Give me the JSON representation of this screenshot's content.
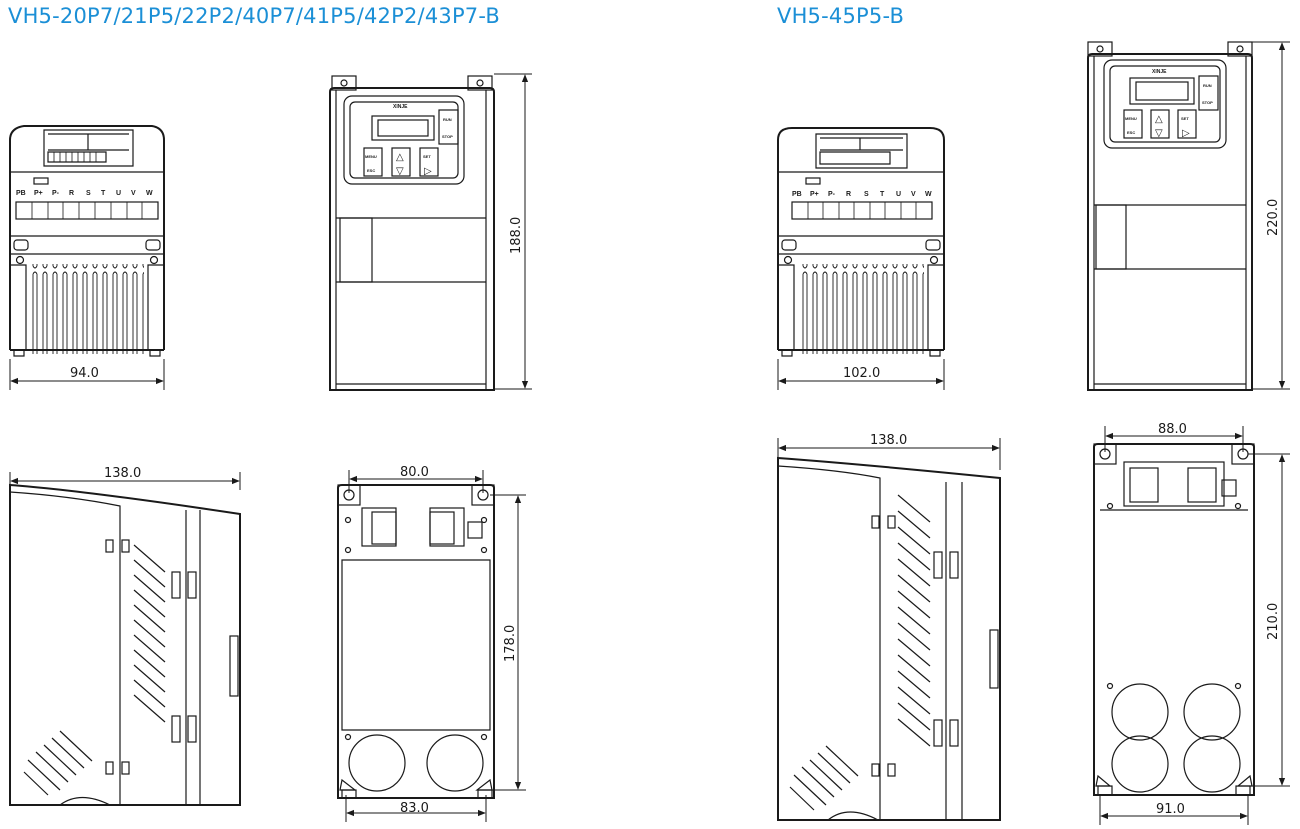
{
  "titles": {
    "left": "VH5-20P7/21P5/22P2/40P7/41P5/42P2/43P7-B",
    "right": "VH5-45P5-B"
  },
  "dimensions": {
    "left_front_width": "94.0",
    "left_side_height": "188.0",
    "left_side_depth": "138.0",
    "left_back_top_width": "80.0",
    "left_back_height": "178.0",
    "left_back_bottom_width": "83.0",
    "right_front_width": "102.0",
    "right_side_height": "220.0",
    "right_side_depth": "138.0",
    "right_back_top_width": "88.0",
    "right_back_height": "210.0",
    "right_back_bottom_width": "91.0"
  },
  "terminals": [
    "PB",
    "P+",
    "P-",
    "R",
    "S",
    "T",
    "U",
    "V",
    "W"
  ],
  "keypad": {
    "brand": "XINJE",
    "run": "RUN",
    "stop": "STOP",
    "menu": "MENU",
    "esc": "ESC",
    "set": "SET",
    "up": "△",
    "down": "▽",
    "right": "▷"
  }
}
